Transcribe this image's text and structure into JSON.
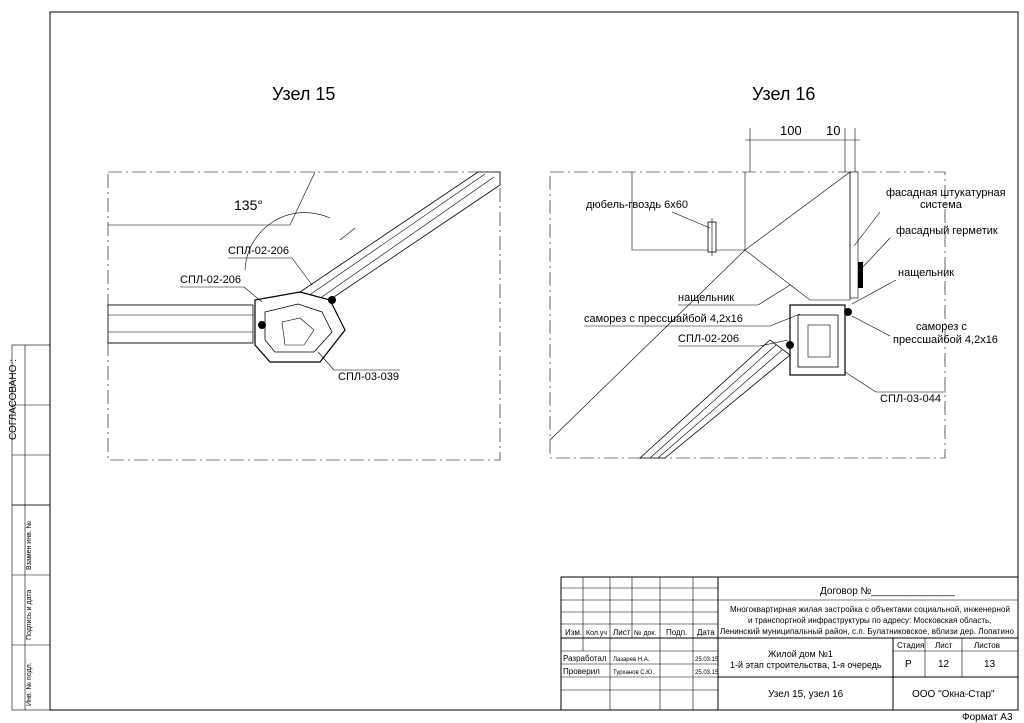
{
  "sheet": {
    "format_label": "Формат А3",
    "agreed_label": "СОГЛАСОВАНО :",
    "left_stamp": [
      "Взамен инв. №",
      "Подпись и дата",
      "Инв. № подл."
    ]
  },
  "node15": {
    "title": "Узел 15",
    "angle_label": "135°",
    "labels": {
      "spl_206_top": "СПЛ-02-206",
      "spl_206_left": "СПЛ-02-206",
      "spl_039": "СПЛ-03-039"
    }
  },
  "node16": {
    "title": "Узел 16",
    "dim_100": "100",
    "dim_10": "10",
    "labels": {
      "dowel": "дюбель-гвоздь 6x60",
      "facade_plaster_1": "фасадная штукатурная",
      "facade_plaster_2": "система",
      "facade_sealant": "фасадный герметик",
      "trim_right": "нащельник",
      "trim_left": "нащельник",
      "screw_left": "саморез с прессшайбой 4,2x16",
      "screw_right_1": "саморез с",
      "screw_right_2": "прессшайбой 4,2x16",
      "spl_206": "СПЛ-02-206",
      "spl_044": "СПЛ-03-044"
    }
  },
  "titleblock": {
    "contract": "Договор №_______________",
    "project_1": "Многоквартирная жилая застройка с объектами социальной, инженерной",
    "project_2": "и транспортной инфраструктуры по адресу: Московская область,",
    "project_3": "Ленинский муниципальный район, с.п. Булатниковское, вблизи дер. Лопатино",
    "headers": [
      "Изм.",
      "Кол.уч",
      "Лист",
      "№ док.",
      "Подп.",
      "Дата"
    ],
    "rows": [
      {
        "role": "Разработал",
        "name": "Лазарев Н.А.",
        "date": "25.03.15"
      },
      {
        "role": "Проверил",
        "name": "Турханов С.Ю.",
        "date": "25.03.15"
      }
    ],
    "object_1": "Жилой дом №1",
    "object_2": "1-й этап строительства, 1-я очередь",
    "stage_header": "Стадия",
    "sheet_header": "Лист",
    "sheets_header": "Листов",
    "stage": "Р",
    "sheet": "12",
    "sheets": "13",
    "drawing_name": "Узел 15, узел 16",
    "company": "ООО \"Окна-Стар\""
  }
}
